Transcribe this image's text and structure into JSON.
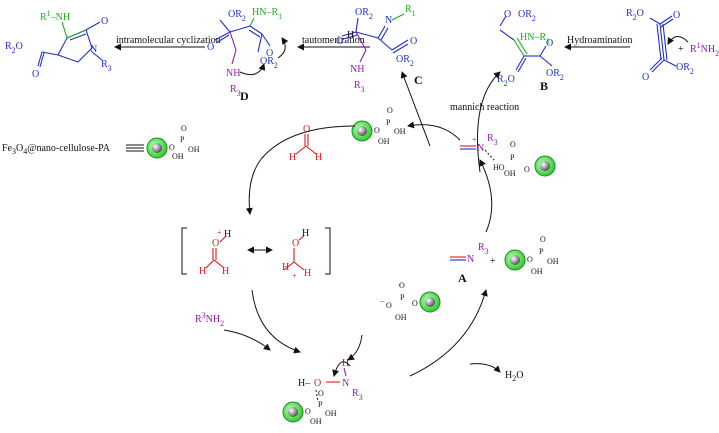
{
  "colors": {
    "blue": "#1f2ecc",
    "red": "#e0161b",
    "purple": "#8c1fa8",
    "green": "#1cae1c",
    "ball": "#3fe23f"
  },
  "labels": {
    "catalyst_name": "Fe3O4@nano-cellulose-PA",
    "step_intramolecular": "intramolecular cyclization",
    "step_tautomerization": "tautomerization",
    "step_hydroamination": "Hydroamination",
    "step_mannich": "mannich reaction",
    "letter_A": "A",
    "letter_B": "B",
    "letter_C": "C",
    "letter_D": "D",
    "water": "H2O",
    "amine_reagent": "R3NH2",
    "amine_reagent_b": "R1NH2",
    "plus": "+"
  },
  "atoms": {
    "OR2": "OR2",
    "R2O": "R2O",
    "R1": "R1",
    "R3": "R3",
    "NH": "NH",
    "N": "N",
    "O": "O",
    "H": "H",
    "P": "P",
    "OH": "OH",
    "HO": "HO"
  }
}
